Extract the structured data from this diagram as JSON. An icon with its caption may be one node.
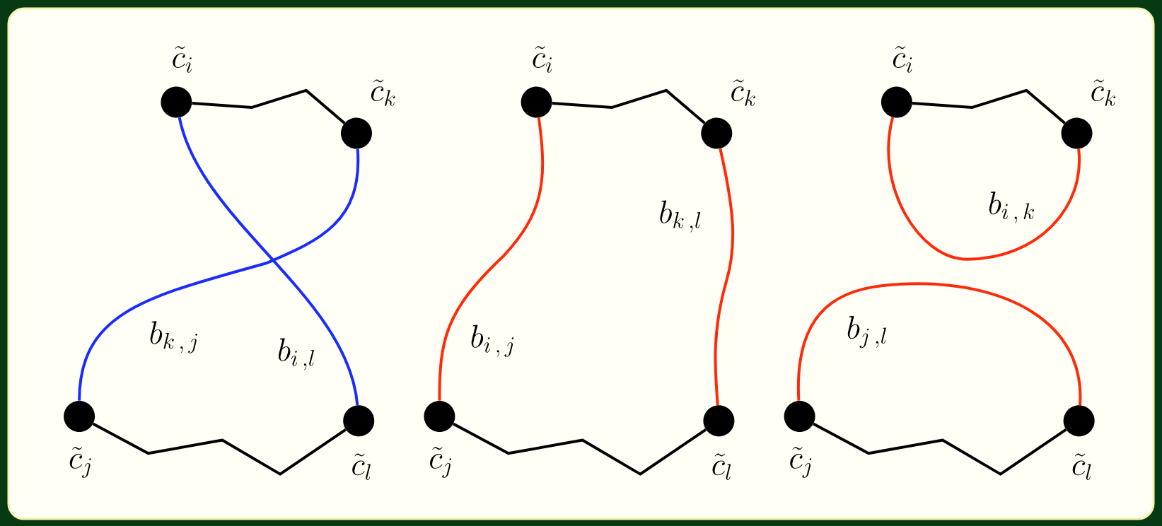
{
  "diagram": {
    "nodes": [
      {
        "text": [],
        "shape": "circle",
        "beside": [
          "\\tilde{c}_i"
        ]
      },
      {
        "text": [],
        "shape": "circle",
        "beside": [
          "\\tilde{c}_k"
        ]
      },
      {
        "text": [],
        "shape": "circle",
        "beside": [
          "\\tilde{c}_j"
        ]
      },
      {
        "text": [],
        "shape": "circle",
        "beside": [
          "\\tilde{c}_l"
        ]
      },
      {
        "text": [],
        "shape": "circle",
        "beside": [
          "\\tilde{c}_i"
        ]
      },
      {
        "text": [],
        "shape": "circle",
        "beside": [
          "\\tilde{c}_k"
        ]
      },
      {
        "text": [],
        "shape": "circle",
        "beside": [
          "\\tilde{c}_j"
        ]
      },
      {
        "text": [],
        "shape": "circle",
        "beside": [
          "\\tilde{c}_l"
        ]
      },
      {
        "text": [],
        "shape": "circle",
        "beside": [
          "\\tilde{c}_i"
        ]
      },
      {
        "text": [],
        "shape": "circle",
        "beside": [
          "\\tilde{c}_k"
        ]
      },
      {
        "text": [],
        "shape": "circle",
        "beside": [
          "\\tilde{c}_j"
        ]
      },
      {
        "text": [],
        "shape": "circle",
        "beside": [
          "\\tilde{c}_l"
        ]
      }
    ],
    "edges": [
      {
        "from": 0,
        "to": 1,
        "arrow": "none"
      },
      {
        "from": 2,
        "to": 3,
        "arrow": "none"
      },
      {
        "from": 0,
        "to": 3,
        "arrow": "none",
        "label": "b_{i\\,,l}",
        "color": "#1a2cff"
      },
      {
        "from": 1,
        "to": 2,
        "arrow": "none",
        "label": "b_{k\\,,\\,j}",
        "color": "#1a2cff"
      },
      {
        "from": 4,
        "to": 5,
        "arrow": "none"
      },
      {
        "from": 6,
        "to": 7,
        "arrow": "none"
      },
      {
        "from": 4,
        "to": 6,
        "arrow": "none",
        "label": "b_{i\\,,\\,j}",
        "color": "#ff2a0a"
      },
      {
        "from": 5,
        "to": 7,
        "arrow": "none",
        "label": "b_{k\\,,l}",
        "color": "#ff2a0a"
      },
      {
        "from": 8,
        "to": 9,
        "arrow": "none"
      },
      {
        "from": 10,
        "to": 11,
        "arrow": "none"
      },
      {
        "from": 8,
        "to": 9,
        "arrow": "none",
        "label": "b_{i\\,,\\,k}",
        "color": "#ff2a0a"
      },
      {
        "from": 10,
        "to": 11,
        "arrow": "none",
        "label": "b_{j\\,,l}",
        "color": "#ff2a0a"
      }
    ]
  }
}
